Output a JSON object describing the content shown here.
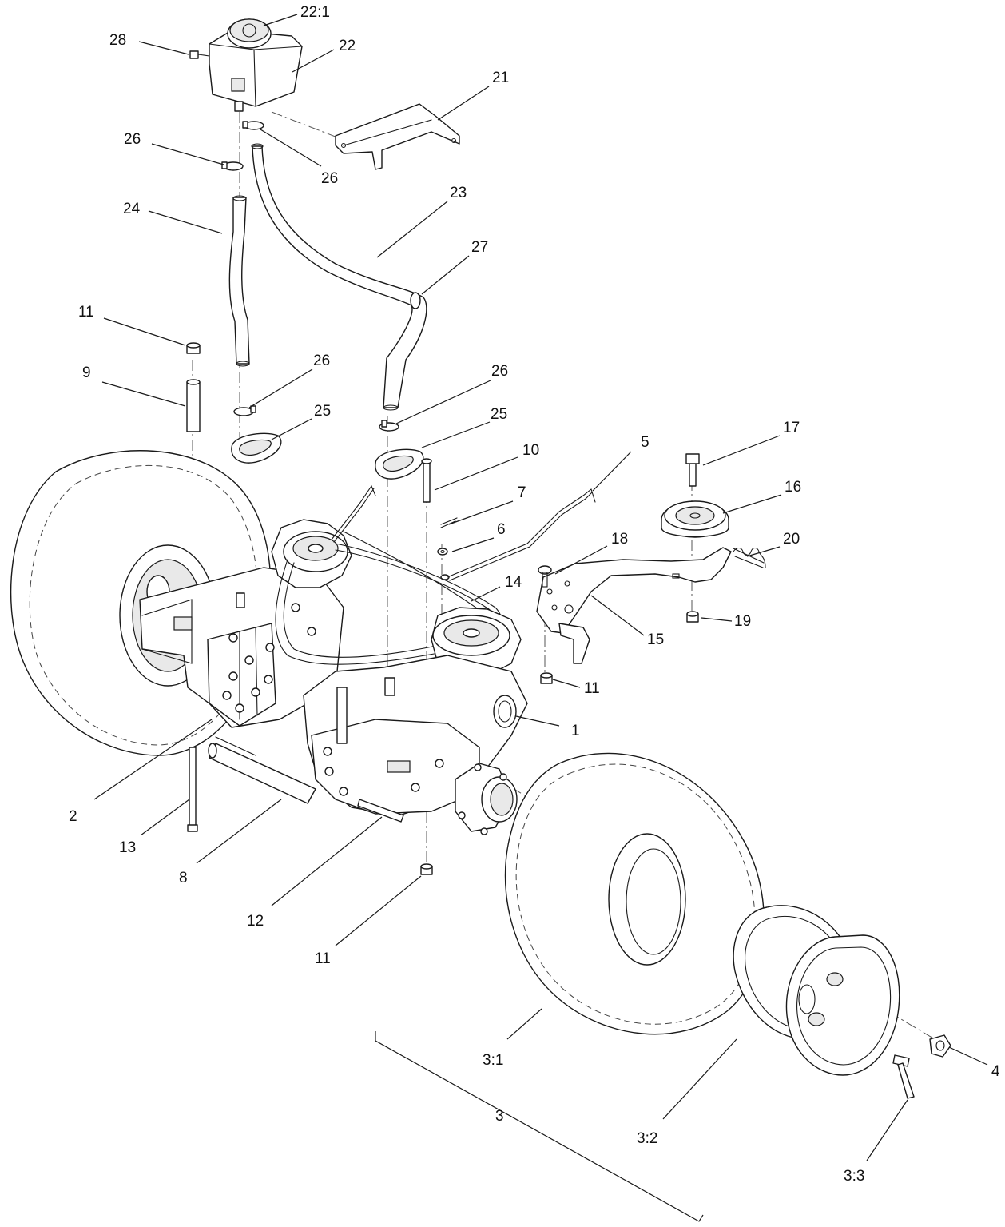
{
  "callouts": [
    {
      "id": "c-22-1",
      "label": "22:1"
    },
    {
      "id": "c-28",
      "label": "28"
    },
    {
      "id": "c-22",
      "label": "22"
    },
    {
      "id": "c-21",
      "label": "21"
    },
    {
      "id": "c-26-a",
      "label": "26"
    },
    {
      "id": "c-26-b",
      "label": "26"
    },
    {
      "id": "c-24",
      "label": "24"
    },
    {
      "id": "c-23",
      "label": "23"
    },
    {
      "id": "c-27",
      "label": "27"
    },
    {
      "id": "c-11-a",
      "label": "11"
    },
    {
      "id": "c-9",
      "label": "9"
    },
    {
      "id": "c-26-c",
      "label": "26"
    },
    {
      "id": "c-26-d",
      "label": "26"
    },
    {
      "id": "c-25-a",
      "label": "25"
    },
    {
      "id": "c-25-b",
      "label": "25"
    },
    {
      "id": "c-10",
      "label": "10"
    },
    {
      "id": "c-5",
      "label": "5"
    },
    {
      "id": "c-17",
      "label": "17"
    },
    {
      "id": "c-16",
      "label": "16"
    },
    {
      "id": "c-7",
      "label": "7"
    },
    {
      "id": "c-6",
      "label": "6"
    },
    {
      "id": "c-18",
      "label": "18"
    },
    {
      "id": "c-20",
      "label": "20"
    },
    {
      "id": "c-14",
      "label": "14"
    },
    {
      "id": "c-19",
      "label": "19"
    },
    {
      "id": "c-15",
      "label": "15"
    },
    {
      "id": "c-11-b",
      "label": "11"
    },
    {
      "id": "c-1",
      "label": "1"
    },
    {
      "id": "c-2",
      "label": "2"
    },
    {
      "id": "c-13",
      "label": "13"
    },
    {
      "id": "c-8",
      "label": "8"
    },
    {
      "id": "c-12",
      "label": "12"
    },
    {
      "id": "c-11-c",
      "label": "11"
    },
    {
      "id": "c-3-1",
      "label": "3:1"
    },
    {
      "id": "c-3-2",
      "label": "3:2"
    },
    {
      "id": "c-3-3",
      "label": "3:3"
    },
    {
      "id": "c-4",
      "label": "4"
    },
    {
      "id": "c-3",
      "label": "3"
    }
  ],
  "colors": {
    "line": "#1a1a1a",
    "background": "#ffffff"
  }
}
